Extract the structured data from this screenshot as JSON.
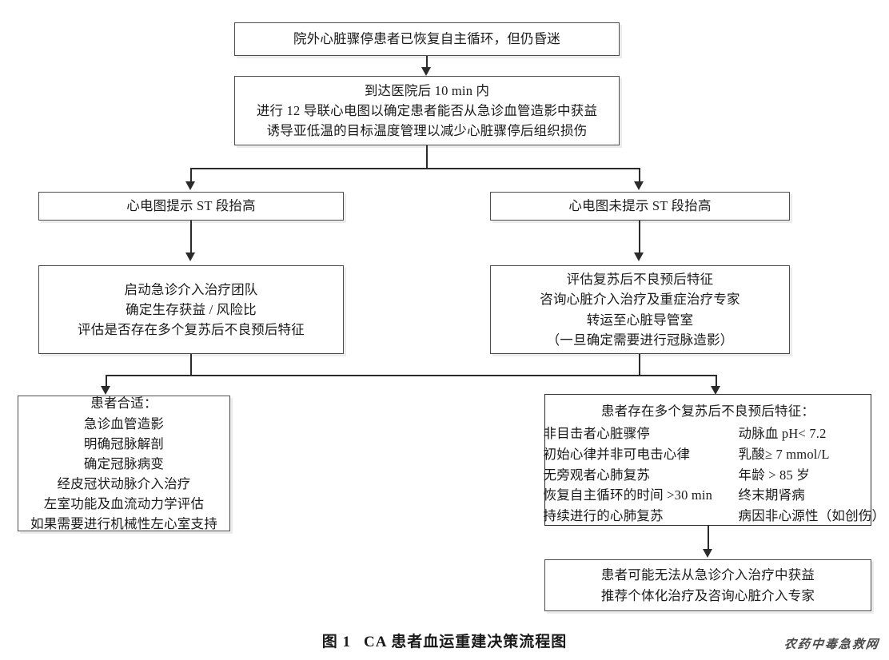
{
  "figure": {
    "caption_label": "图 1",
    "caption_title": "CA 患者血运重建决策流程图",
    "watermark": "农药中毒急救网"
  },
  "nodes": {
    "start": {
      "lines": [
        "院外心脏骤停患者已恢复自主循环，但仍昏迷"
      ]
    },
    "initial_assessment": {
      "lines": [
        "到达医院后 10 min 内",
        "进行 12 导联心电图以确定患者能否从急诊血管造影中获益",
        "诱导亚低温的目标温度管理以减少心脏骤停后组织损伤"
      ]
    },
    "st_elevation": {
      "lines": [
        "心电图提示 ST 段抬高"
      ]
    },
    "no_st_elevation": {
      "lines": [
        "心电图未提示 ST 段抬高"
      ]
    },
    "st_pathway": {
      "lines": [
        "启动急诊介入治疗团队",
        "确定生存获益 / 风险比",
        "评估是否存在多个复苏后不良预后特征"
      ]
    },
    "no_st_pathway": {
      "lines": [
        "评估复苏后不良预后特征",
        "咨询心脏介入治疗及重症治疗专家",
        "转运至心脏导管室",
        "（一旦确定需要进行冠脉造影）"
      ]
    },
    "patient_suitable": {
      "header": "患者合适：",
      "lines": [
        "急诊血管造影",
        "明确冠脉解剖",
        "确定冠脉病变",
        "经皮冠状动脉介入治疗",
        "左室功能及血流动力学评估",
        "如果需要进行机械性左心室支持"
      ]
    },
    "poor_prognosis": {
      "header": "患者存在多个复苏后不良预后特征：",
      "column_left": [
        "非目击者心脏骤停",
        "初始心律并非可电击心律",
        "无旁观者心肺复苏",
        "恢复自主循环的时间 >30 min",
        "持续进行的心肺复苏"
      ],
      "column_right": [
        "动脉血 pH< 7.2",
        "乳酸≥ 7 mmol/L",
        "年龄 > 85 岁",
        "终末期肾病",
        "病因非心源性（如创伤）"
      ]
    },
    "no_benefit": {
      "lines": [
        "患者可能无法从急诊介入治疗中获益",
        "推荐个体化治疗及咨询心脏介入专家"
      ]
    }
  }
}
